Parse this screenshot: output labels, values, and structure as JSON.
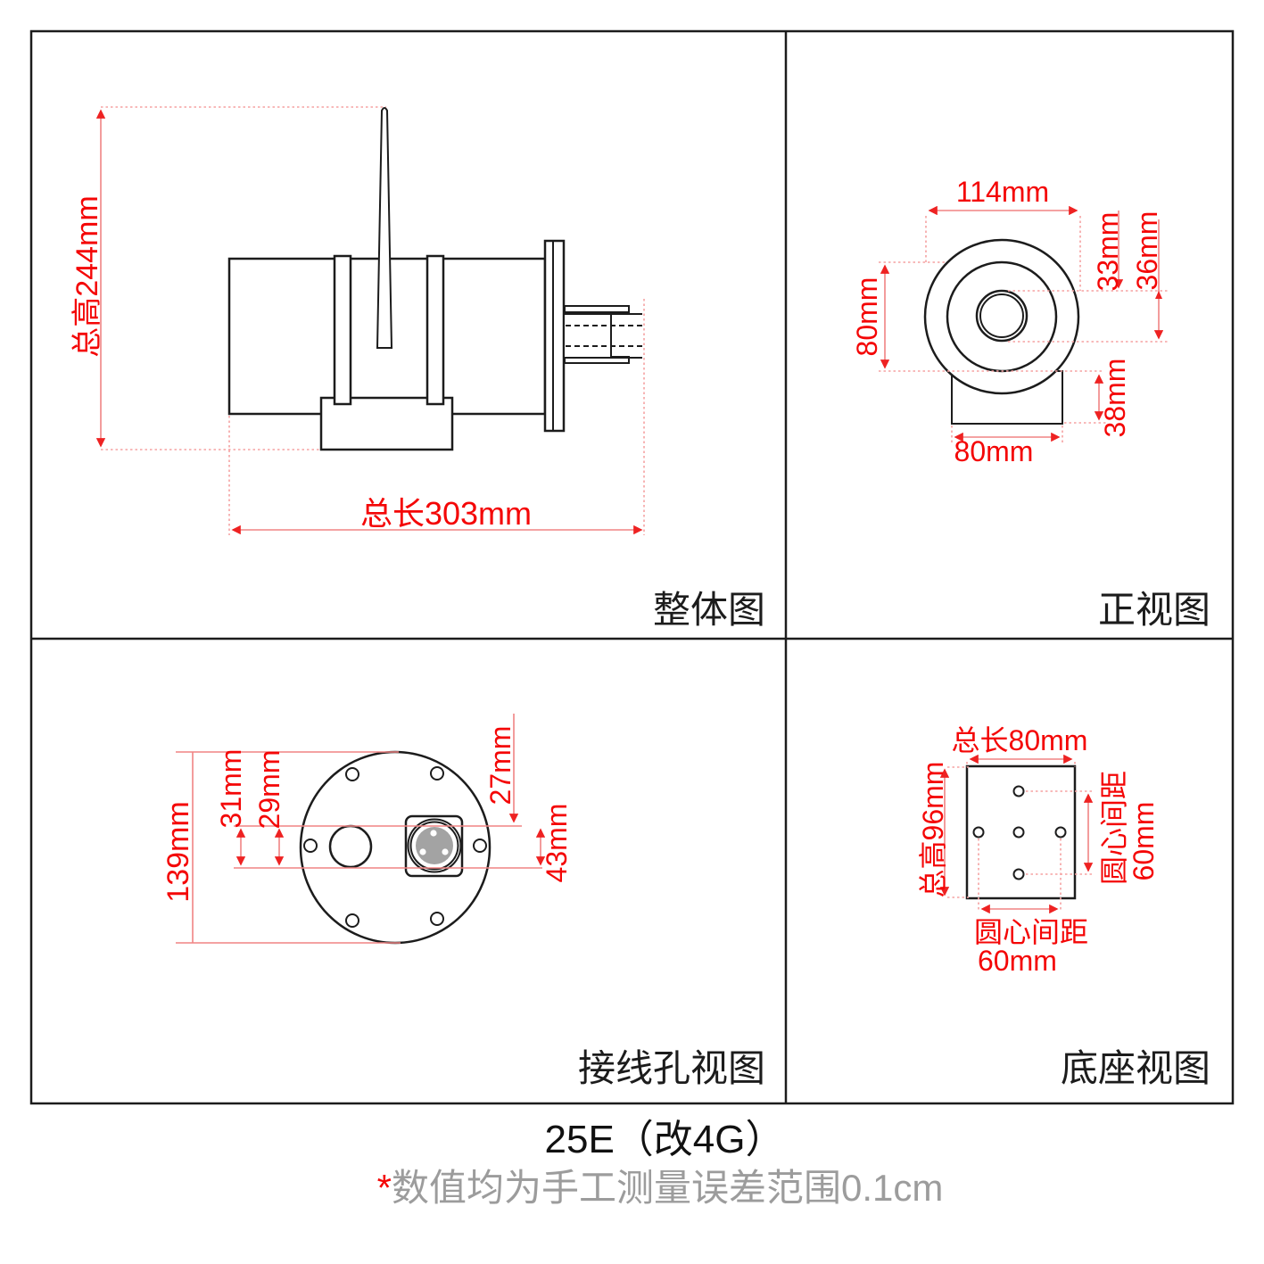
{
  "panels": {
    "overall": {
      "title": "整体图",
      "dims": {
        "total_height": "总高244mm",
        "total_length": "总长303mm"
      }
    },
    "front": {
      "title": "正视图",
      "dims": {
        "d114": "114mm",
        "d80_left": "80mm",
        "d33": "33mm",
        "d36": "36mm",
        "d38": "38mm",
        "d80_bottom": "80mm"
      }
    },
    "wiring": {
      "title": "接线孔视图",
      "dims": {
        "d139": "139mm",
        "d31": "31mm",
        "d29": "29mm",
        "d27": "27mm",
        "d43": "43mm"
      }
    },
    "base": {
      "title": "底座视图",
      "dims": {
        "total_length": "总长80mm",
        "total_height": "总高96mm",
        "pitch_right_label": "圆心间距",
        "pitch_right_value": "60mm",
        "pitch_bottom_label": "圆心间距",
        "pitch_bottom_value": "60mm"
      }
    }
  },
  "caption": {
    "model": "25E（改4G）",
    "note_star": "*",
    "note_text": "数值均为手工测量误差范围0.1cm"
  },
  "colors": {
    "dimension_text_red": "#f40606",
    "dimension_line_pink": "#f08484",
    "dimension_dotted_pink": "#f5a2a2",
    "drawing_ink_black": "#1c1c1c",
    "note_gray": "#9c9c9c",
    "socket_gray": "#a3a3a3",
    "paper_white": "#ffffff"
  }
}
